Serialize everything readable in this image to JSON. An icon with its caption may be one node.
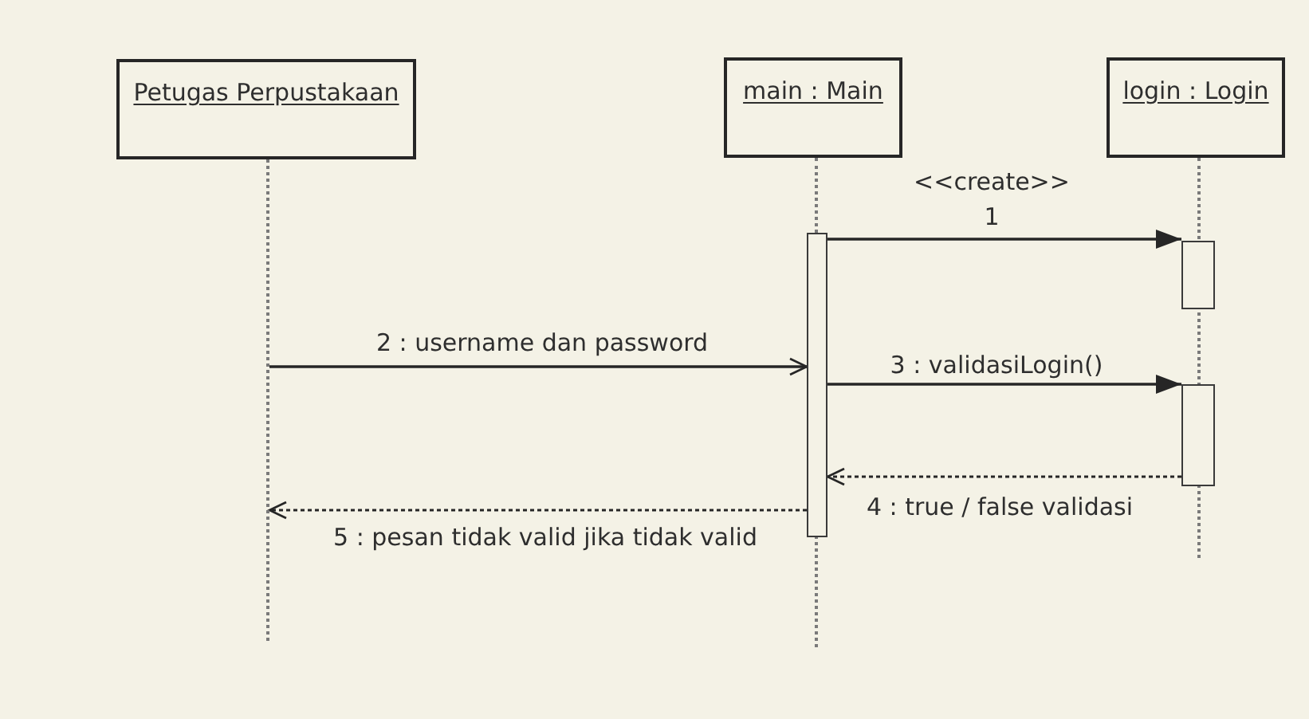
{
  "diagram": {
    "nodes": [
      {
        "text": [
          "Petugas Perpustakaan"
        ]
      },
      {
        "text": [
          "main : Main"
        ]
      },
      {
        "text": [
          "login : Login"
        ]
      },
      {
        "text": [],
        "shape": "line"
      },
      {
        "text": [],
        "shape": "line"
      },
      {
        "text": [],
        "shape": "line"
      },
      {
        "text": [],
        "shape": "bar"
      },
      {
        "text": [],
        "shape": "bar"
      },
      {
        "text": [],
        "shape": "bar"
      }
    ],
    "edges": [
      {
        "from": 6,
        "to": 7,
        "arrow": "to",
        "label": "<<create>> 1"
      },
      {
        "from": 3,
        "to": 6,
        "arrow": "to",
        "label": "2 : username dan password"
      },
      {
        "from": 6,
        "to": 8,
        "arrow": "to",
        "label": "3 : validasiLogin()"
      },
      {
        "from": 8,
        "to": 6,
        "arrow": "to",
        "label": "4 : true / false validasi",
        "style": "dashed"
      },
      {
        "from": 6,
        "to": 3,
        "arrow": "to",
        "label": "5 : pesan tidak valid jika tidak valid",
        "style": "dashed"
      }
    ]
  }
}
